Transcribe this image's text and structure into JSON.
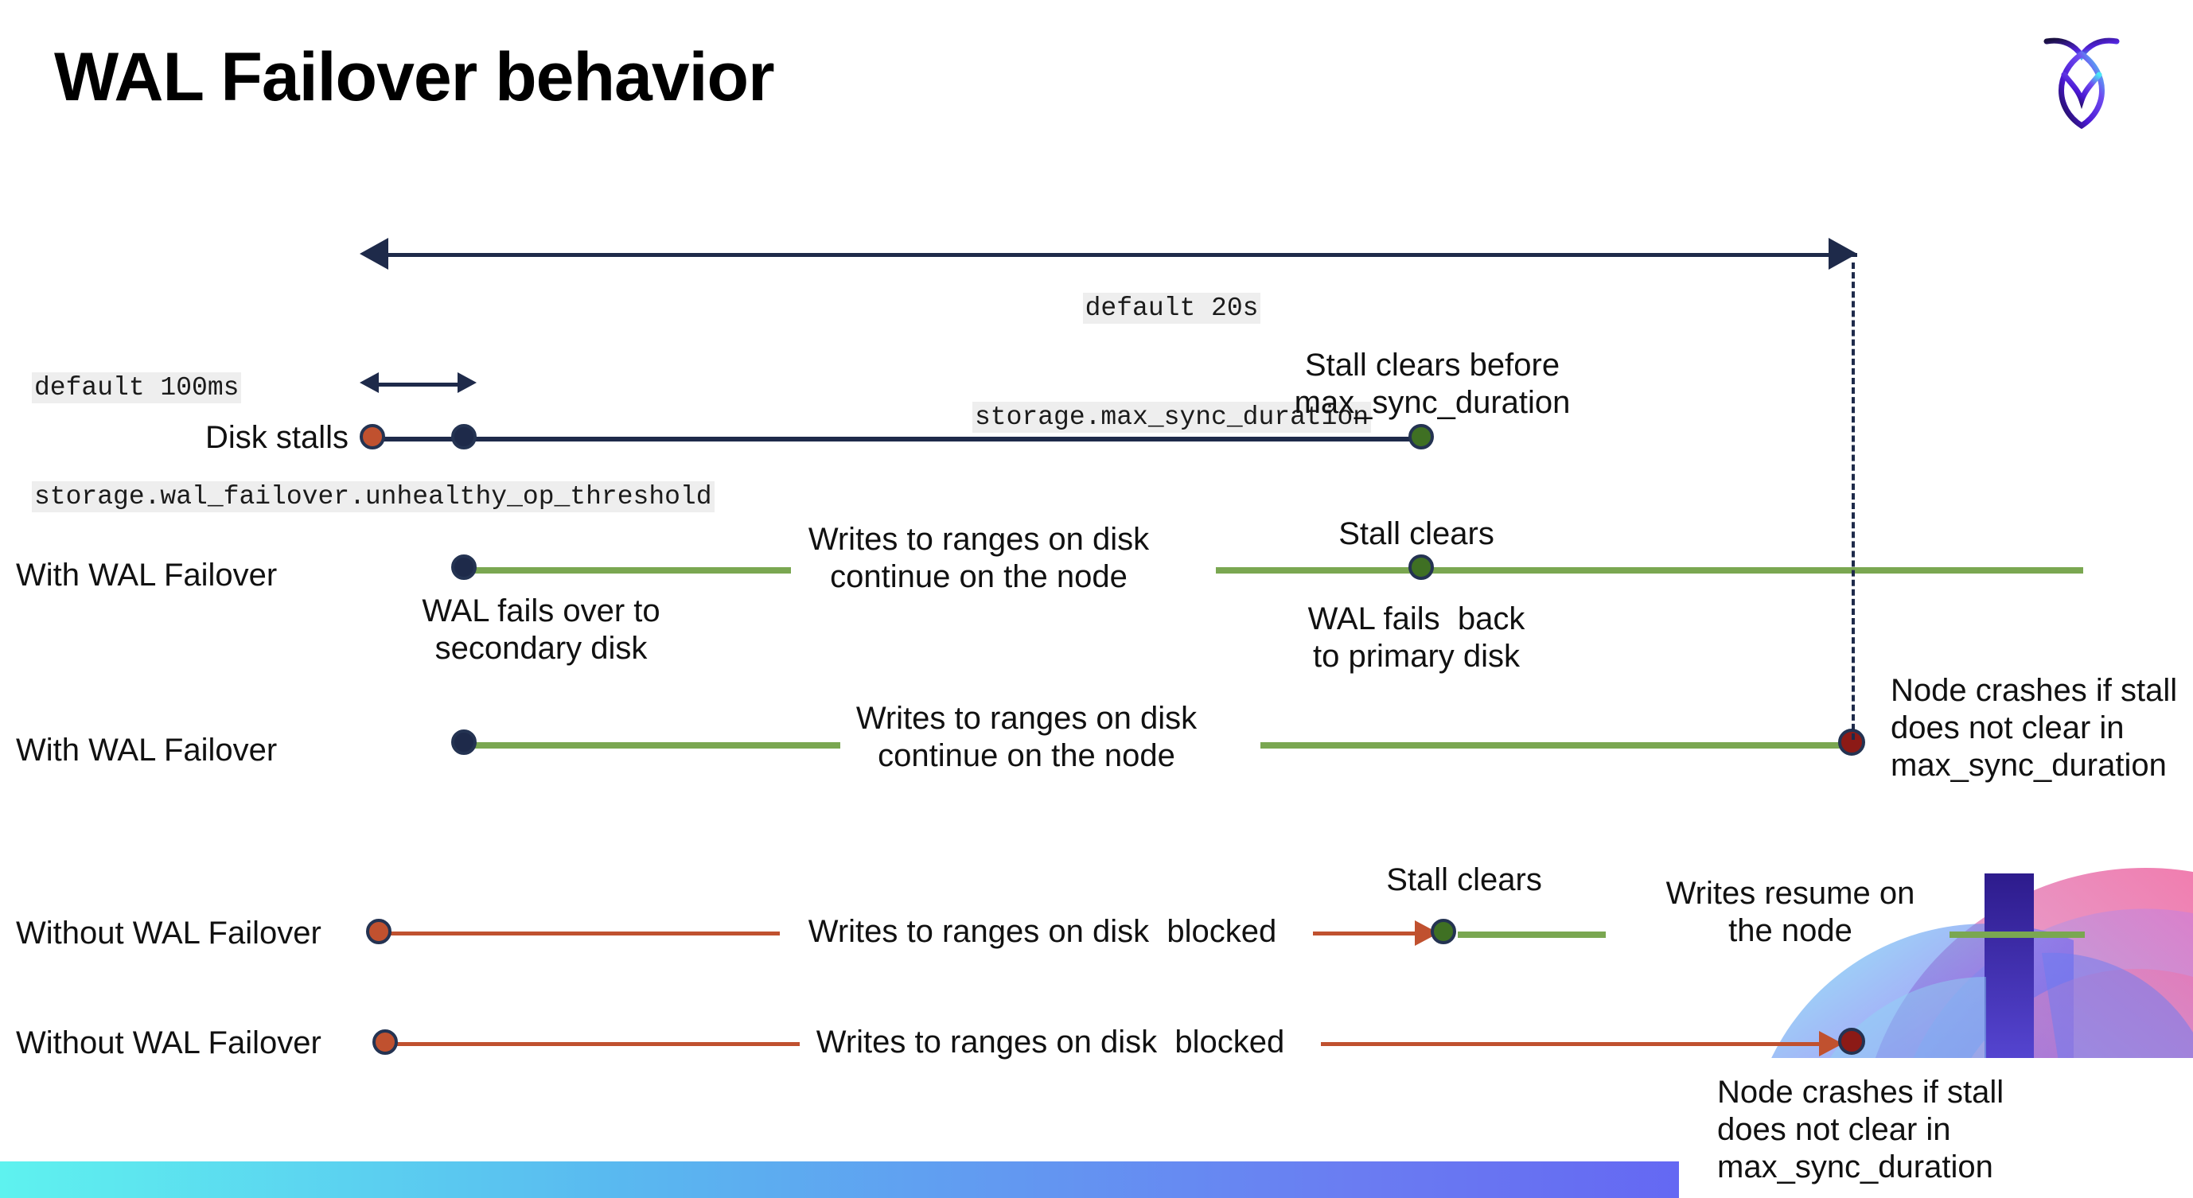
{
  "slide": {
    "title": "WAL Failover behavior",
    "logo_name": "cockroachdb-logo"
  },
  "annotations": {
    "max_sync": {
      "default": "default 20s",
      "setting": "storage.max_sync_duration"
    },
    "unhealthy_op": {
      "default": "default 100ms",
      "setting": "storage.wal_failover.unhealthy_op_threshold"
    }
  },
  "rows": [
    {
      "id": "disk-stalls",
      "label": "Disk stalls",
      "notes": [
        "Stall clears before\nmax_sync_duration"
      ]
    },
    {
      "id": "with-wal-failover-1",
      "label": "With WAL Failover",
      "notes": [
        "WAL fails over to\nsecondary disk",
        "Writes to ranges on disk\ncontinue on the node",
        "Stall clears",
        "WAL fails  back\nto primary disk"
      ]
    },
    {
      "id": "with-wal-failover-2",
      "label": "With WAL Failover",
      "notes": [
        "Writes to ranges on disk\ncontinue on the node",
        "Node crashes if stall\ndoes not clear in\nmax_sync_duration"
      ]
    },
    {
      "id": "without-wal-failover-1",
      "label": "Without WAL Failover",
      "notes": [
        "Writes to ranges on disk  blocked",
        "Stall clears",
        "Writes resume on\nthe node"
      ]
    },
    {
      "id": "without-wal-failover-2",
      "label": "Without WAL Failover",
      "notes": [
        "Writes to ranges on disk  blocked",
        "Node crashes if stall\ndoes not clear in\nmax_sync_duration"
      ]
    }
  ],
  "colors": {
    "navy": "#1e2a4a",
    "green_line": "#7aa751",
    "green_dot": "#3f7023",
    "red_orange": "#c0512f",
    "dark_red": "#8c1a16",
    "code_bg": "#eeeeee",
    "bar_start": "#5ef2ef",
    "bar_end": "#5b48f4"
  }
}
